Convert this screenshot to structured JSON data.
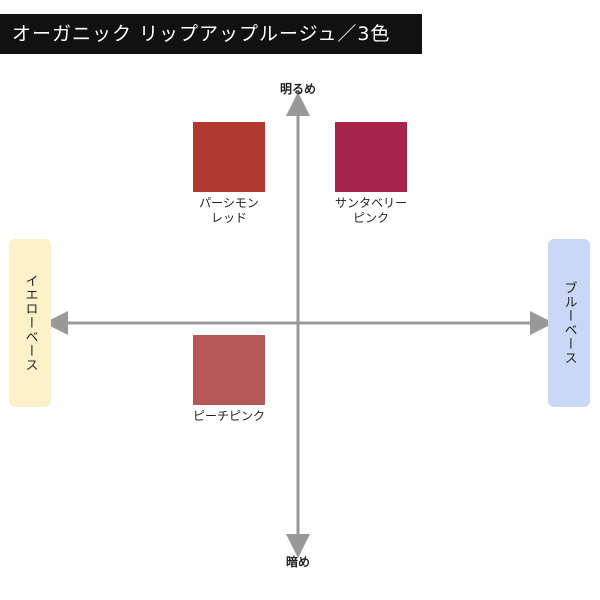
{
  "title": "オーガニック リップアップルージュ／3色",
  "axes": {
    "top": "明るめ",
    "bottom": "暗め",
    "left": "イエローベース",
    "right": "ブルーベース"
  },
  "colors": {
    "axis": "#999999",
    "left_tab": "#fdf1c9",
    "right_tab": "#c9d8f6"
  },
  "items": [
    {
      "name_line1": "パーシモン",
      "name_line2": "レッド",
      "color": "#b03a2f",
      "quadrant": "top-left"
    },
    {
      "name_line1": "サンタベリー",
      "name_line2": "ピンク",
      "color": "#a8254a",
      "quadrant": "top-right"
    },
    {
      "name_line1": "ピーチピンク",
      "name_line2": "",
      "color": "#b45858",
      "quadrant": "bottom-left"
    }
  ]
}
